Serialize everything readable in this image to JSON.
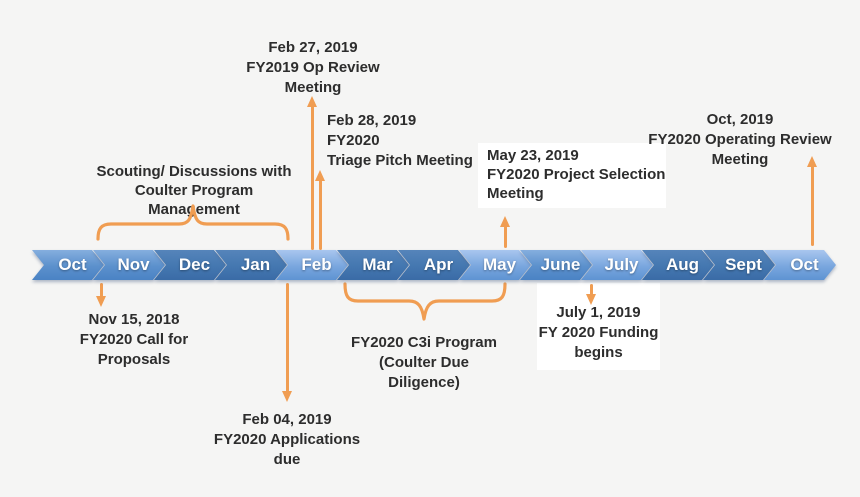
{
  "notes": {
    "feb27": {
      "lines": [
        "Feb 27, 2019",
        "FY2019 Op Review",
        "Meeting"
      ]
    },
    "feb28": {
      "lines": [
        "Feb 28, 2019",
        "FY2020",
        "Triage Pitch Meeting"
      ]
    },
    "may23": {
      "lines": [
        "May 23, 2019",
        "FY2020 Project Selection",
        "Meeting"
      ]
    },
    "oct2019": {
      "lines": [
        "Oct, 2019",
        "FY2020 Operating Review",
        "Meeting"
      ]
    },
    "scouting": {
      "lines": [
        "Scouting/ Discussions with",
        "Coulter Program Management"
      ]
    },
    "nov15": {
      "lines": [
        "Nov 15, 2018",
        "FY2020 Call for",
        "Proposals"
      ]
    },
    "feb04": {
      "lines": [
        "Feb 04, 2019",
        "FY2020 Applications",
        "due"
      ]
    },
    "c3i": {
      "lines": [
        "FY2020 C3i Program",
        "(Coulter Due",
        "Diligence)"
      ]
    },
    "july1": {
      "lines": [
        "July 1, 2019",
        "FY 2020 Funding",
        "begins"
      ]
    }
  },
  "timeline": {
    "months": [
      {
        "label": "Oct",
        "shade": "medium"
      },
      {
        "label": "Nov",
        "shade": "medium"
      },
      {
        "label": "Dec",
        "shade": "dark"
      },
      {
        "label": "Jan",
        "shade": "dark"
      },
      {
        "label": "Feb",
        "shade": "light"
      },
      {
        "label": "Mar",
        "shade": "dark"
      },
      {
        "label": "Apr",
        "shade": "dark"
      },
      {
        "label": "May",
        "shade": "light"
      },
      {
        "label": "June",
        "shade": "medium"
      },
      {
        "label": "July",
        "shade": "light"
      },
      {
        "label": "Aug",
        "shade": "dark"
      },
      {
        "label": "Sept",
        "shade": "dark"
      },
      {
        "label": "Oct",
        "shade": "light"
      }
    ]
  },
  "colors": {
    "background": "#f5f5f4",
    "text": "#2d2d2d",
    "connector": "#f09d52",
    "note_box": "#ffffff",
    "month_text": "#ffffff",
    "chevron_light_top": "#a9c6ee",
    "chevron_light_bottom": "#5e93d2",
    "chevron_medium_top": "#85aede",
    "chevron_medium_bottom": "#4a82c4",
    "chevron_dark_top": "#5584ba",
    "chevron_dark_bottom": "#3a6ba6"
  }
}
